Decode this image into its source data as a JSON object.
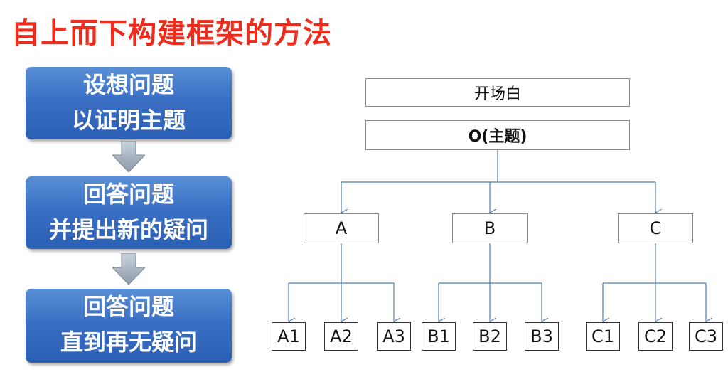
{
  "title": "自上而下构建框架的方法",
  "steps": [
    {
      "line1": "设想问题",
      "line2": "以证明主题"
    },
    {
      "line1": "回答问题",
      "line2": "并提出新的疑问"
    },
    {
      "line1": "回答问题",
      "line2": "直到再无疑问"
    }
  ],
  "tree": {
    "opening": "开场白",
    "topic": "O(主题)",
    "branches": [
      {
        "label": "A",
        "children": [
          "A1",
          "A2",
          "A3"
        ]
      },
      {
        "label": "B",
        "children": [
          "B1",
          "B2",
          "B3"
        ]
      },
      {
        "label": "C",
        "children": [
          "C1",
          "C2",
          "C3"
        ]
      }
    ]
  },
  "colors": {
    "title": "#ef2b1c",
    "step_box": "#3a6fc4",
    "connector": "#4f7fb5",
    "flow_arrow": "#9aa8b8"
  }
}
